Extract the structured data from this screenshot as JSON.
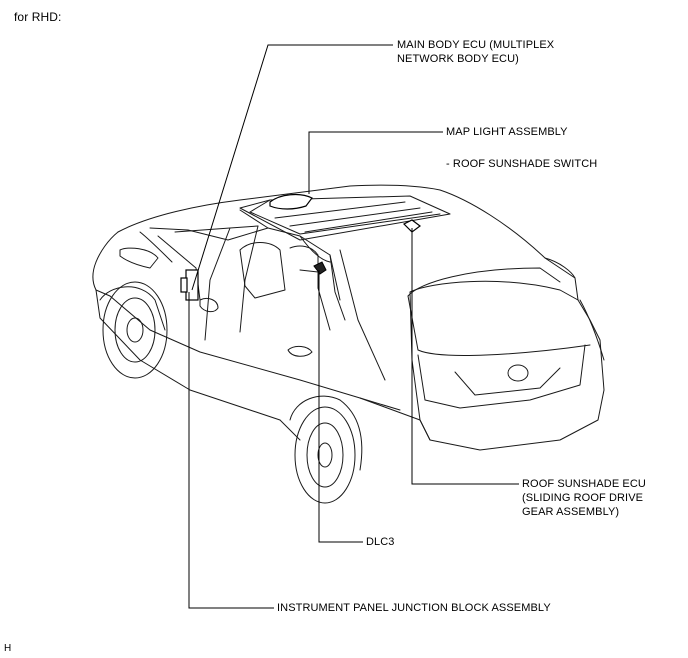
{
  "header": {
    "variant": "for RHD:"
  },
  "labels": {
    "main_body_ecu_line1": "MAIN BODY ECU (MULTIPLEX",
    "main_body_ecu_line2": "NETWORK BODY ECU)",
    "map_light": "MAP LIGHT ASSEMBLY",
    "roof_sunshade_switch": "- ROOF SUNSHADE SWITCH",
    "roof_sunshade_ecu_line1": "ROOF SUNSHADE ECU",
    "roof_sunshade_ecu_line2": "(SLIDING ROOF DRIVE",
    "roof_sunshade_ecu_line3": "GEAR ASSEMBLY)",
    "dlc3": "DLC3",
    "instrument_panel_jb": "INSTRUMENT PANEL JUNCTION BLOCK ASSEMBLY"
  },
  "footer": {
    "code": "H"
  }
}
